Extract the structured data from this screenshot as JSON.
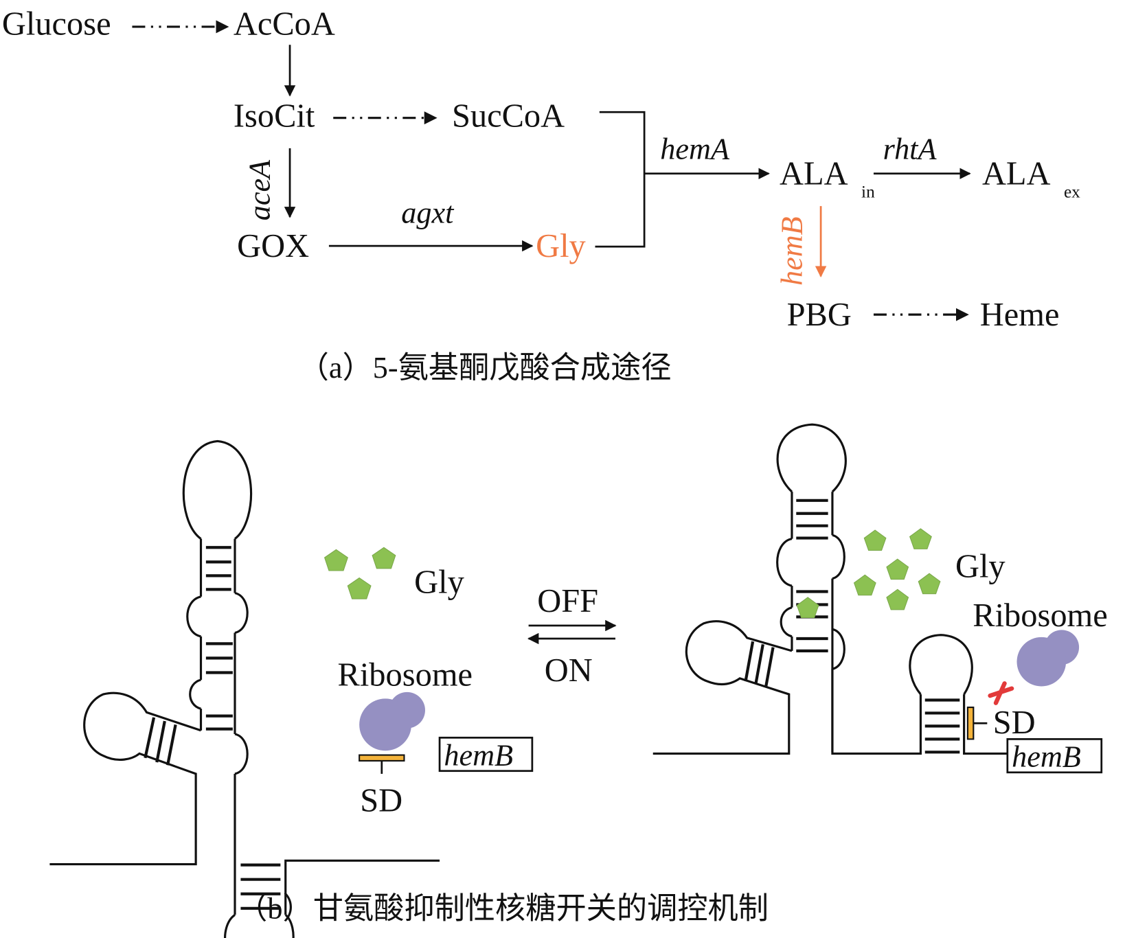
{
  "panel_a": {
    "caption": "（a）5-氨基酮戊酸合成途径",
    "nodes": {
      "glucose": "Glucose",
      "accoa": "AcCoA",
      "isocit": "IsoCit",
      "succoa": "SucCoA",
      "gox": "GOX",
      "gly": "Gly",
      "ala_in": "ALA",
      "ala_in_sub": "in",
      "ala_ex": "ALA",
      "ala_ex_sub": "ex",
      "pbg": "PBG",
      "heme": "Heme"
    },
    "genes": {
      "aceA": "aceA",
      "agxt": "agxt",
      "hemA": "hemA",
      "rhtA": "rhtA",
      "hemB": "hemB"
    },
    "colors": {
      "highlight": "#f07a44"
    }
  },
  "panel_b": {
    "caption": "（b）甘氨酸抑制性核糖开关的调控机制",
    "left": {
      "gly_label": "Gly",
      "ribosome_label": "Ribosome",
      "sd_label": "SD",
      "gene_label": "hemB"
    },
    "right": {
      "gly_label": "Gly",
      "ribosome_label": "Ribosome",
      "sd_label": "SD",
      "gene_label": "hemB"
    },
    "equilibrium": {
      "top": "OFF",
      "bottom": "ON"
    },
    "colors": {
      "glycine": "#8cc152",
      "ribosome": "#9590c2",
      "sd": "#f4b33a",
      "block": "#e23a3a"
    }
  }
}
